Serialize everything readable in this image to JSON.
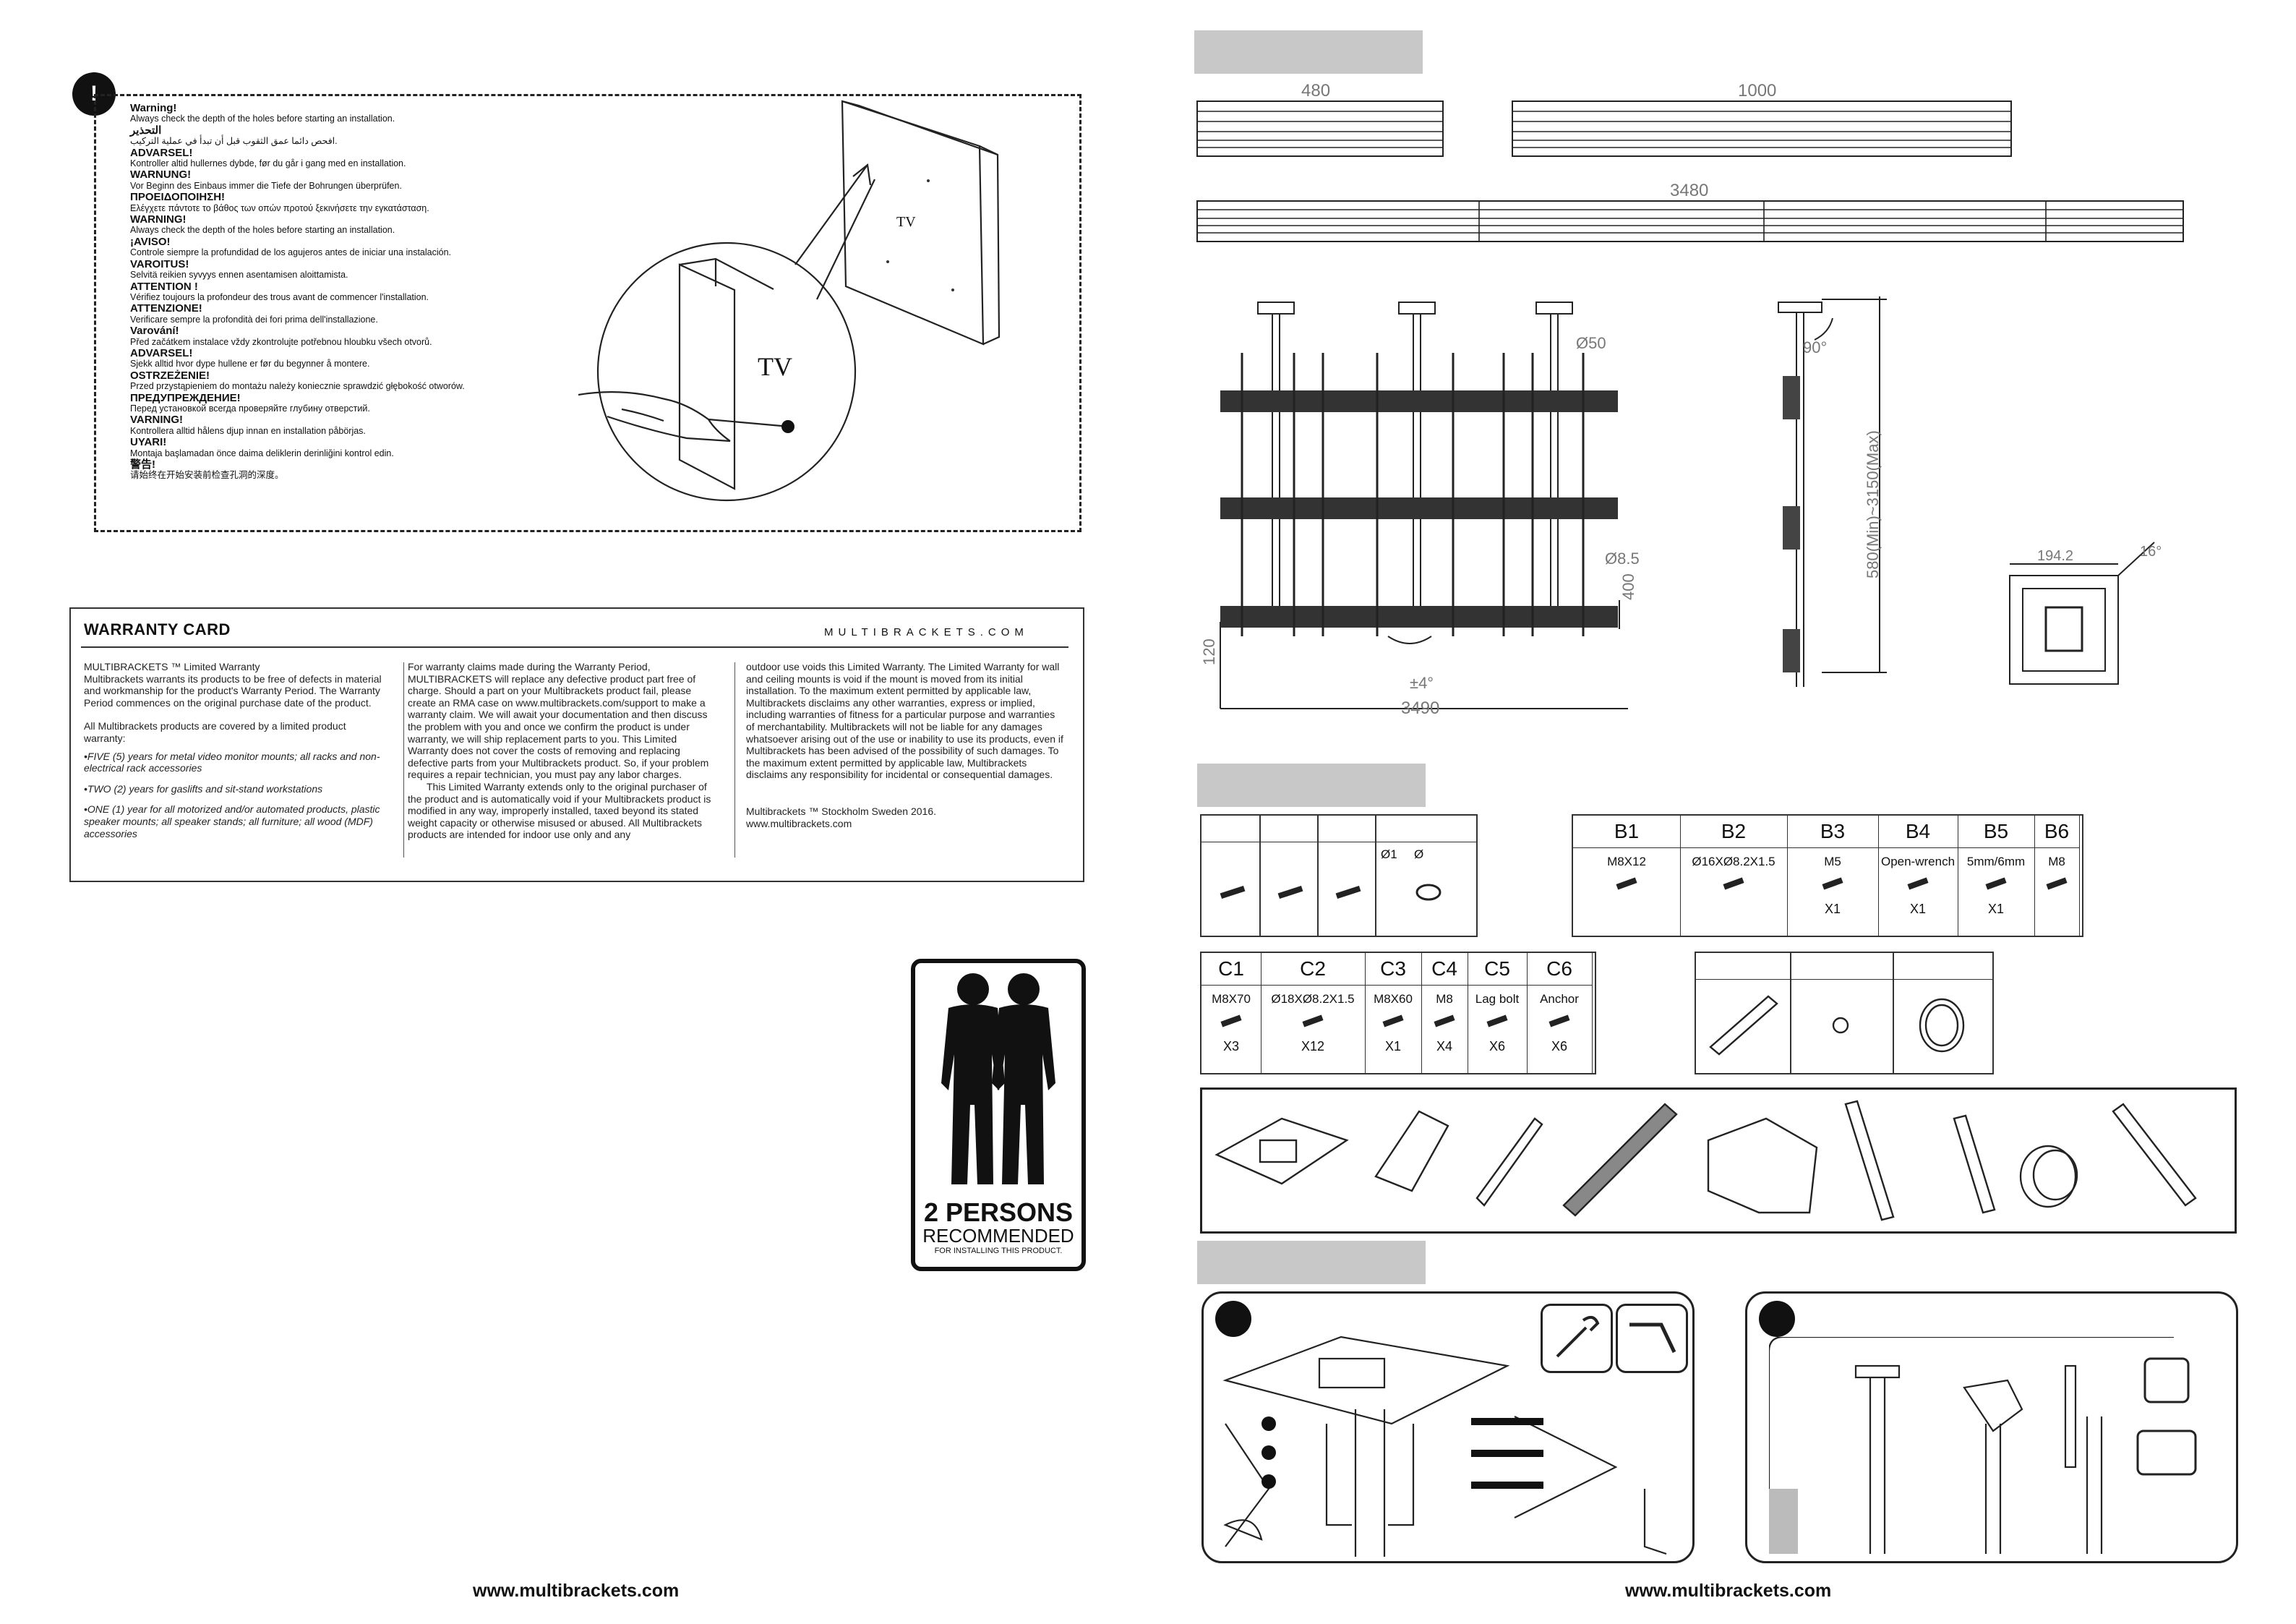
{
  "warnings": [
    {
      "title": "Warning!",
      "body": "Always check the depth of the holes before starting an installation."
    },
    {
      "title": "التحذير",
      "body": "افحص دائما عمق الثقوب قبل أن تبدأ في عملية التركيب."
    },
    {
      "title": "ADVARSEL!",
      "body": "Kontroller altid hullernes dybde, før du går i gang med en installation."
    },
    {
      "title": "WARNUNG!",
      "body": "Vor Beginn des Einbaus immer die Tiefe der Bohrungen überprüfen."
    },
    {
      "title": "ΠΡΟΕΙΔΟΠΟΙΗΣΗ!",
      "body": "Ελέγχετε πάντοτε το βάθος των οπών προτού ξεκινήσετε την εγκατάσταση."
    },
    {
      "title": "WARNING!",
      "body": "Always check the depth of the holes before starting an installation."
    },
    {
      "title": "¡AVISO!",
      "body": "Controle siempre la profundidad de los agujeros antes de iniciar una instalación."
    },
    {
      "title": "VAROITUS!",
      "body": "Selvitä reikien syvyys ennen asentamisen aloittamista."
    },
    {
      "title": "ATTENTION !",
      "body": "Vérifiez toujours la profondeur des trous avant de commencer l'installation."
    },
    {
      "title": "ATTENZIONE!",
      "body": "Verificare sempre la profondità dei fori prima dell'installazione."
    },
    {
      "title": "Varování!",
      "body": "Před začátkem instalace vždy zkontrolujte potřebnou hloubku všech otvorů."
    },
    {
      "title": "ADVARSEL!",
      "body": "Sjekk alltid hvor dype hullene er før du begynner å montere."
    },
    {
      "title": "OSTRZEŻENIE!",
      "body": "Przed przystąpieniem do montażu należy koniecznie sprawdzić głębokość otworów."
    },
    {
      "title": "ПРЕДУПРЕЖДЕНИЕ!",
      "body": "Перед установкой всегда проверяйте глубину отверстий."
    },
    {
      "title": "VARNING!",
      "body": "Kontrollera alltid hålens djup innan en installation påbörjas."
    },
    {
      "title": "UYARI!",
      "body": "Montaja başlamadan önce daima deliklerin derinliğini kontrol edin."
    },
    {
      "title": "警告!",
      "body": "请始终在开始安装前检查孔洞的深度。"
    }
  ],
  "tv_labels": {
    "small": "TV",
    "large": "TV"
  },
  "warranty": {
    "title": "WARRANTY CARD",
    "brand": "MULTIBRACKETS.COM",
    "col1": {
      "heading": "MULTIBRACKETS ™ Limited Warranty",
      "p1": "Multibrackets warrants its products to be free of defects in material and workmanship for the product's Warranty Period. The Warranty Period commences on the original purchase date of the product.",
      "p2": "All Multibrackets products are covered by a limited product warranty:",
      "b1": "•FIVE (5) years for metal video monitor mounts; all racks and non-electrical rack accessories",
      "b2": "•TWO (2) years for gaslifts and sit-stand workstations",
      "b3": "•ONE (1) year for all motorized and/or automated products, plastic speaker mounts; all speaker stands; all furniture; all wood (MDF) accessories"
    },
    "col2": {
      "p1": "For warranty claims made during the Warranty Period, MULTIBRACKETS will replace any defective product part free of charge. Should a part on your Multibrackets product fail, please create an RMA case on www.multibrackets.com/support to make a warranty claim. We will await your documentation and then discuss the problem with you and once we confirm the product is under warranty, we will ship replacement parts to you. This Limited Warranty does not cover the costs of removing and replacing defective parts from your Multibrackets product. So, if your problem requires a repair technician, you must pay any labor charges.",
      "p2": "This Limited Warranty extends only to the original purchaser of the product and is automatically void if your Multibrackets product is modified in any way, improperly installed, taxed beyond its stated weight capacity or otherwise misused or abused. All Multibrackets products are intended for indoor use only and any"
    },
    "col3": {
      "p1": "outdoor use voids this Limited Warranty. The Limited Warranty for wall and ceiling mounts is void if the mount is moved from its initial installation. To the maximum extent permitted by applicable law, Multibrackets disclaims any other warranties, express or implied, including warranties of fitness for a particular purpose and warranties of merchantability. Multibrackets will not be liable for any damages whatsoever arising out of the use or inability to use its products, even if Multibrackets has been advised of the possibility of such damages. To the maximum extent permitted by applicable law, Multibrackets disclaims any responsibility for incidental or consequential damages.",
      "sig1": "Multibrackets ™ Stockholm Sweden 2016.",
      "sig2": "www.multibrackets.com"
    }
  },
  "persons": {
    "line1": "2 PERSONS",
    "line2": "RECOMMENDED",
    "line3": "FOR INSTALLING THIS PRODUCT."
  },
  "footer": {
    "left": "www.multibrackets.com",
    "right": "www.multibrackets.com"
  },
  "dimensions": {
    "rail_short": "480",
    "rail_long": "1000",
    "rail_full": "3480",
    "diam_pole": "Ø50",
    "diam_hole": "Ø8.5",
    "width_total": "3490",
    "height_rail": "400",
    "height_small": "120",
    "tilt": "±4°",
    "angle": "90°",
    "height_range": "580(Min)~3150(Max)",
    "box_width": "194.2",
    "box_angle": "16°"
  },
  "table_a": {
    "values": [
      "Ø1",
      "Ø"
    ]
  },
  "table_b": {
    "headers": [
      "B1",
      "B2",
      "B3",
      "B4",
      "B5",
      "B6"
    ],
    "specs": [
      "M8X12",
      "Ø16XØ8.2X1.5",
      "M5",
      "Open-wrench",
      "5mm/6mm",
      "M8"
    ],
    "qty": [
      "",
      "",
      "X1",
      "X1",
      "X1",
      ""
    ]
  },
  "table_c": {
    "headers": [
      "C1",
      "C2",
      "C3",
      "C4",
      "C5",
      "C6"
    ],
    "specs": [
      "M8X70",
      "Ø18XØ8.2X1.5",
      "M8X60",
      "M8",
      "Lag bolt",
      "Anchor"
    ],
    "qty": [
      "X3",
      "X12",
      "X1",
      "X4",
      "X6",
      "X6"
    ]
  }
}
